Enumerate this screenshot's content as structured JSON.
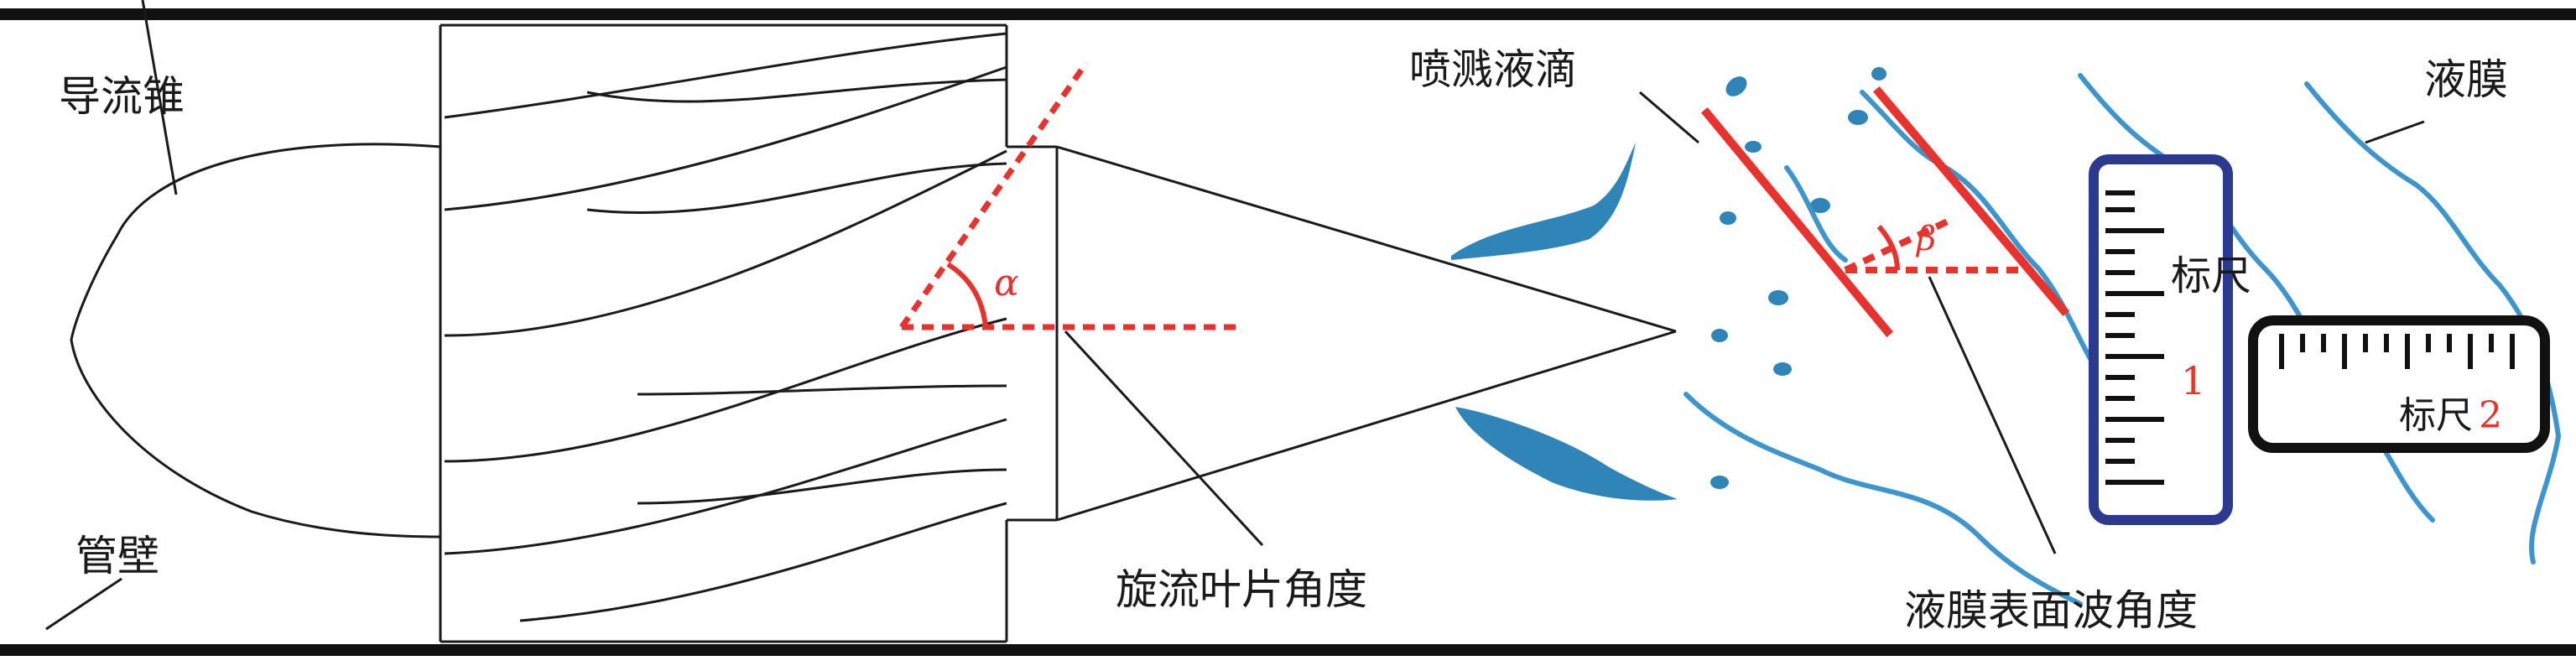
{
  "labels": {
    "guide_cone": "导流锥",
    "pipe_wall": "管壁",
    "swirl_angle": "旋流叶片角度",
    "spray_droplets": "喷溅液滴",
    "liquid_film": "液膜",
    "film_wave_angle": "液膜表面波角度",
    "ruler1_text": "标尺",
    "ruler1_num": "1",
    "ruler2_text": "标尺",
    "ruler2_num": "2",
    "alpha": "α",
    "beta": "β"
  },
  "colors": {
    "line": "#1a1a1a",
    "accent_red": "#e8322d",
    "film_blue": "#3c95cc",
    "droplet_blue": "#2f84b8",
    "ruler1_frame": "#2b3a8f",
    "ruler2_frame": "#111111"
  }
}
